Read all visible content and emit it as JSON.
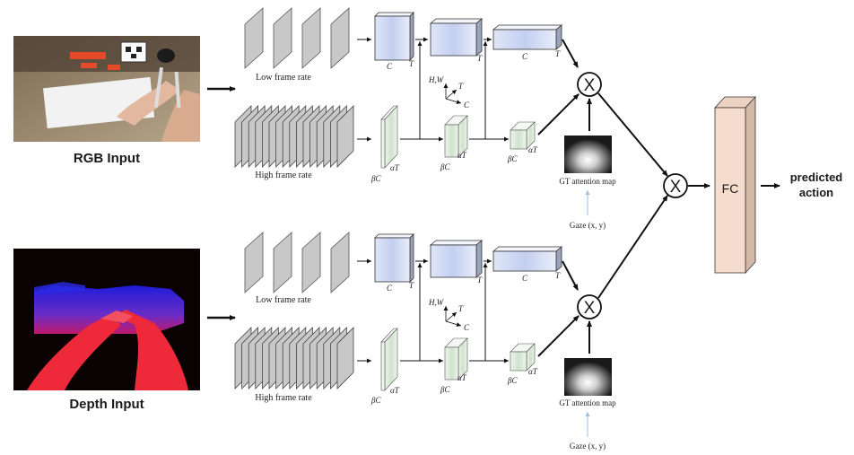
{
  "inputs": {
    "rgb_label": "RGB Input",
    "depth_label": "Depth Input"
  },
  "streams": {
    "low_frame_rate": "Low frame rate",
    "high_frame_rate": "High frame rate"
  },
  "dims": {
    "C": "C",
    "T": "T",
    "betaC": "βC",
    "alphaT": "αT",
    "HW": "H,W"
  },
  "attention": {
    "gt_map_label": "GT attention map",
    "gaze_label": "Gaze (x, y)",
    "multiply_symbol": "X"
  },
  "output": {
    "fc_label": "FC",
    "action_line1": "predicted",
    "action_line2": "action"
  },
  "colors": {
    "slow_block": "#c9d4ef",
    "fast_block": "#d6e6d3",
    "fc_front": "#f6dccd",
    "fc_side": "#d2b9a8",
    "frame_gray": "#c8c8c8",
    "gaze_arrow": "#9fbcd8"
  }
}
